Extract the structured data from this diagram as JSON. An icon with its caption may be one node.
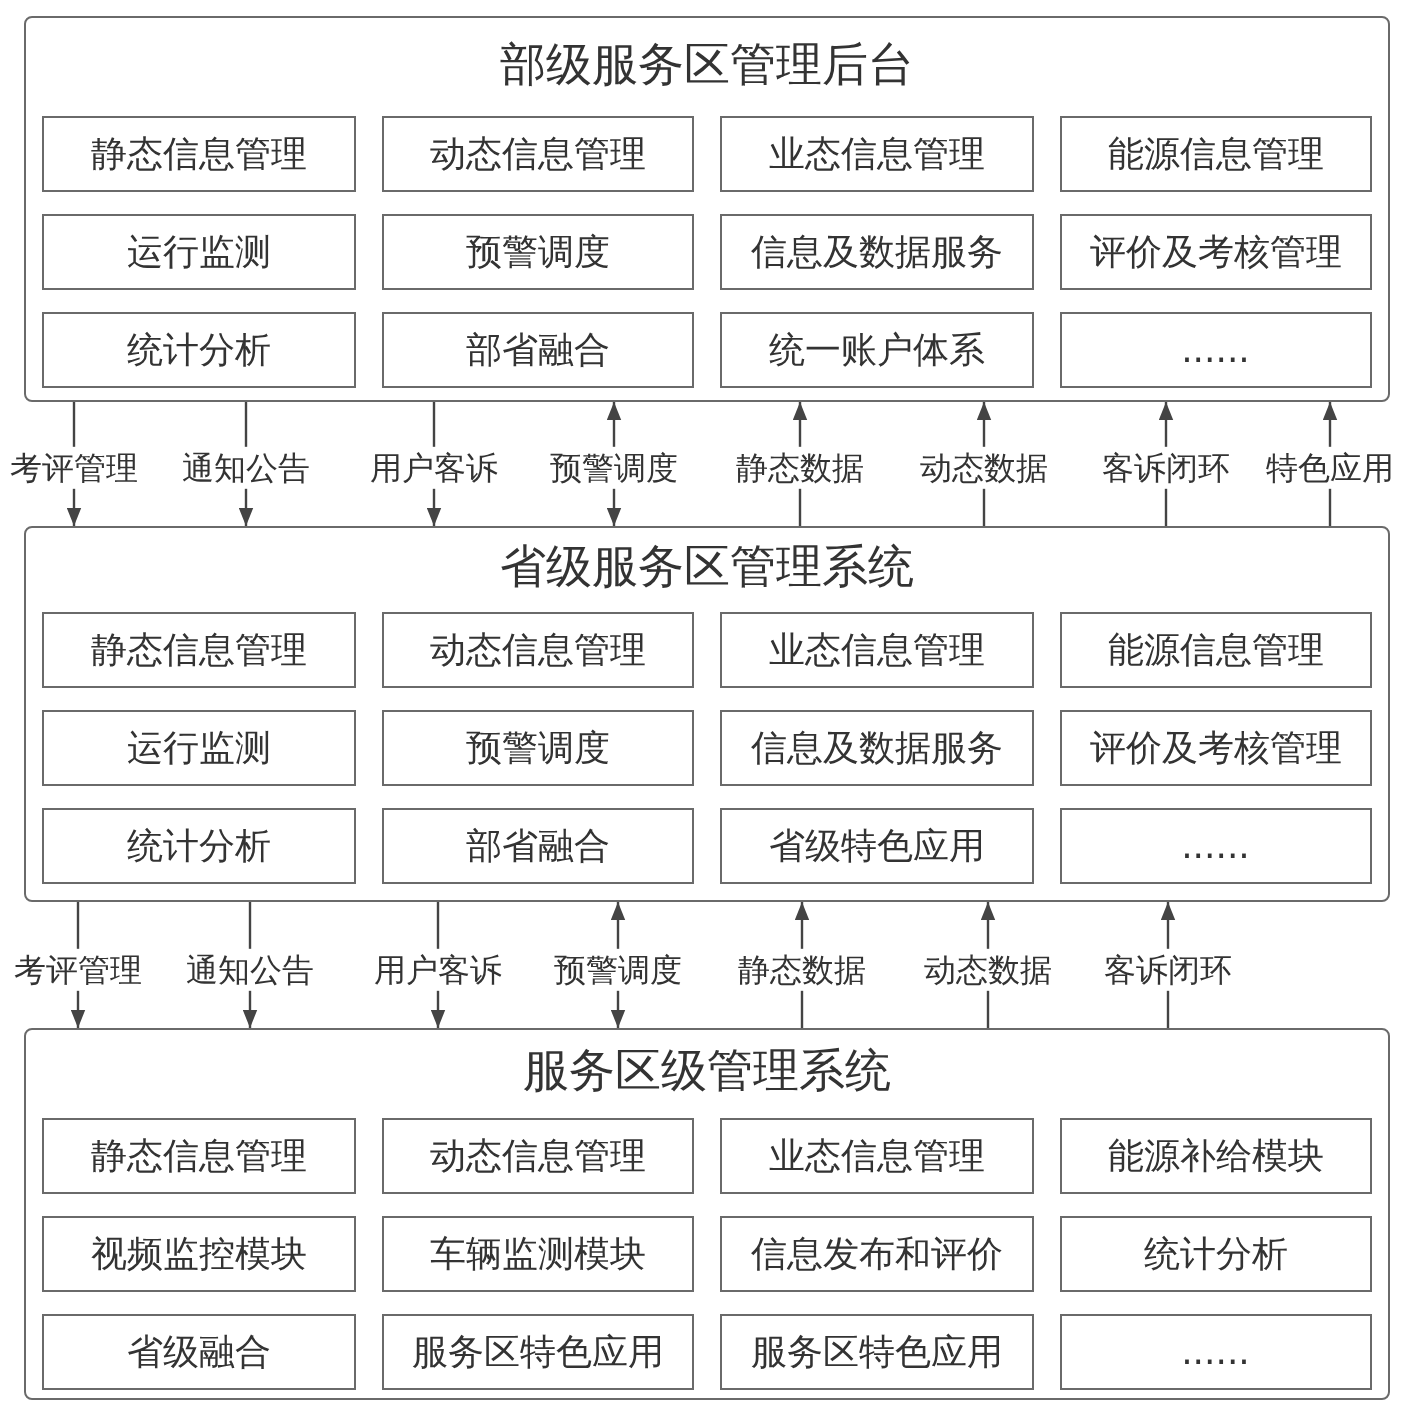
{
  "diagram": {
    "nodes": [
      {
        "text": [
          "部级服务区管理后台"
        ]
      },
      {
        "text": [
          "静态信息管理"
        ],
        "in": 0
      },
      {
        "text": [
          "动态信息管理"
        ],
        "in": 0
      },
      {
        "text": [
          "业态信息管理"
        ],
        "in": 0
      },
      {
        "text": [
          "能源信息管理"
        ],
        "in": 0
      },
      {
        "text": [
          "运行监测"
        ],
        "in": 0
      },
      {
        "text": [
          "预警调度"
        ],
        "in": 0
      },
      {
        "text": [
          "信息及数据服务"
        ],
        "in": 0
      },
      {
        "text": [
          "评价及考核管理"
        ],
        "in": 0
      },
      {
        "text": [
          "统计分析"
        ],
        "in": 0
      },
      {
        "text": [
          "部省融合"
        ],
        "in": 0
      },
      {
        "text": [
          "统一账户体系"
        ],
        "in": 0
      },
      {
        "text": [
          "......"
        ],
        "in": 0
      },
      {
        "text": [
          "省级服务区管理系统"
        ]
      },
      {
        "text": [
          "静态信息管理"
        ],
        "in": 13
      },
      {
        "text": [
          "动态信息管理"
        ],
        "in": 13
      },
      {
        "text": [
          "业态信息管理"
        ],
        "in": 13
      },
      {
        "text": [
          "能源信息管理"
        ],
        "in": 13
      },
      {
        "text": [
          "运行监测"
        ],
        "in": 13
      },
      {
        "text": [
          "预警调度"
        ],
        "in": 13
      },
      {
        "text": [
          "信息及数据服务"
        ],
        "in": 13
      },
      {
        "text": [
          "评价及考核管理"
        ],
        "in": 13
      },
      {
        "text": [
          "统计分析"
        ],
        "in": 13
      },
      {
        "text": [
          "部省融合"
        ],
        "in": 13
      },
      {
        "text": [
          "省级特色应用"
        ],
        "in": 13
      },
      {
        "text": [
          "......"
        ],
        "in": 13
      },
      {
        "text": [
          "服务区级管理系统"
        ]
      },
      {
        "text": [
          "静态信息管理"
        ],
        "in": 26
      },
      {
        "text": [
          "动态信息管理"
        ],
        "in": 26
      },
      {
        "text": [
          "业态信息管理"
        ],
        "in": 26
      },
      {
        "text": [
          "能源补给模块"
        ],
        "in": 26
      },
      {
        "text": [
          "视频监控模块"
        ],
        "in": 26
      },
      {
        "text": [
          "车辆监测模块"
        ],
        "in": 26
      },
      {
        "text": [
          "信息发布和评价"
        ],
        "in": 26
      },
      {
        "text": [
          "统计分析"
        ],
        "in": 26
      },
      {
        "text": [
          "省级融合"
        ],
        "in": 26
      },
      {
        "text": [
          "服务区特色应用"
        ],
        "in": 26
      },
      {
        "text": [
          "服务区特色应用"
        ],
        "in": 26
      },
      {
        "text": [
          "......"
        ],
        "in": 26
      }
    ],
    "edges": [
      {
        "from": 0,
        "to": 13,
        "label": "考评管理",
        "arrow": "to"
      },
      {
        "from": 0,
        "to": 13,
        "label": "通知公告",
        "arrow": "to"
      },
      {
        "from": 0,
        "to": 13,
        "label": "用户客诉",
        "arrow": "to"
      },
      {
        "from": 0,
        "to": 13,
        "label": "预警调度",
        "arrow": "both"
      },
      {
        "from": 13,
        "to": 0,
        "label": "静态数据",
        "arrow": "to"
      },
      {
        "from": 13,
        "to": 0,
        "label": "动态数据",
        "arrow": "to"
      },
      {
        "from": 13,
        "to": 0,
        "label": "客诉闭环",
        "arrow": "to"
      },
      {
        "from": 13,
        "to": 0,
        "label": "特色应用",
        "arrow": "to"
      },
      {
        "from": 13,
        "to": 26,
        "label": "考评管理",
        "arrow": "to"
      },
      {
        "from": 13,
        "to": 26,
        "label": "通知公告",
        "arrow": "to"
      },
      {
        "from": 13,
        "to": 26,
        "label": "用户客诉",
        "arrow": "to"
      },
      {
        "from": 13,
        "to": 26,
        "label": "预警调度",
        "arrow": "both"
      },
      {
        "from": 26,
        "to": 13,
        "label": "静态数据",
        "arrow": "to"
      },
      {
        "from": 26,
        "to": 13,
        "label": "动态数据",
        "arrow": "to"
      },
      {
        "from": 26,
        "to": 13,
        "label": "客诉闭环",
        "arrow": "to"
      }
    ]
  }
}
